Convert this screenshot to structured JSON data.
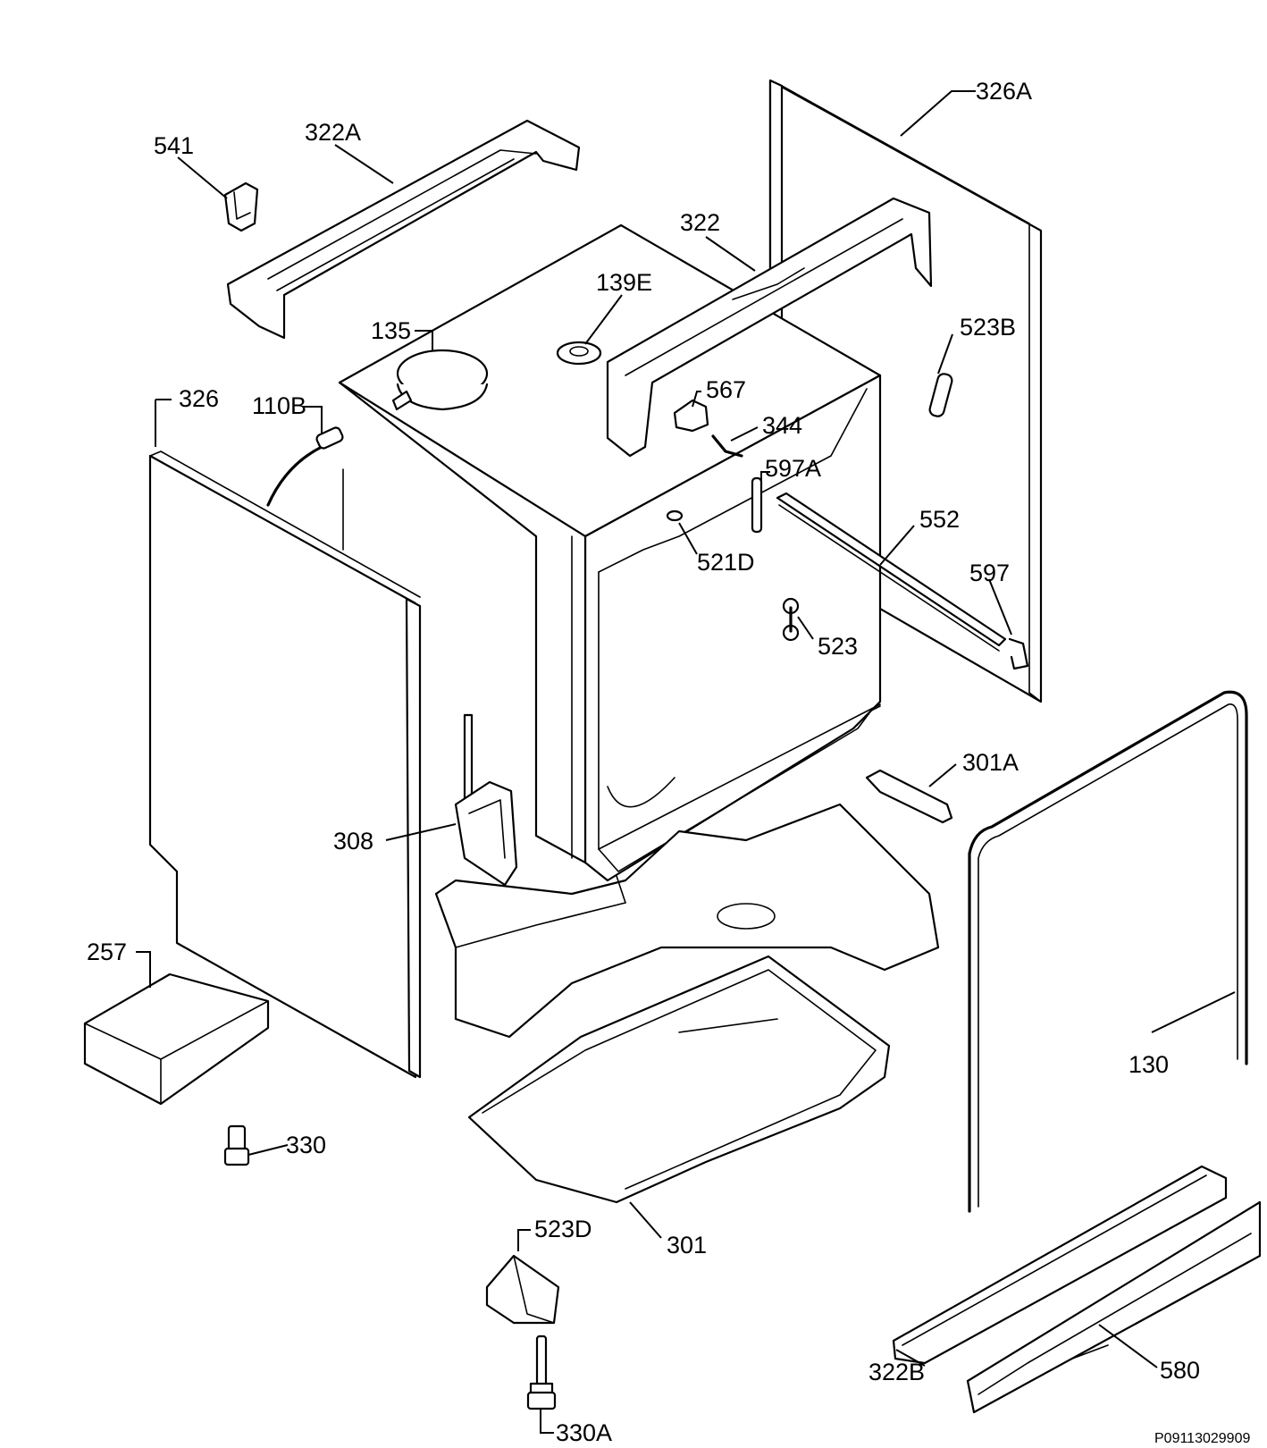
{
  "labels": {
    "l541": "541",
    "l322A": "322A",
    "l326A": "326A",
    "l322": "322",
    "l139E": "139E",
    "l135": "135",
    "l523B": "523B",
    "l567": "567",
    "l344": "344",
    "l326": "326",
    "l110B": "110B",
    "l597A": "597A",
    "l552": "552",
    "l521D": "521D",
    "l597": "597",
    "l523": "523",
    "l301A": "301A",
    "l308": "308",
    "l257": "257",
    "l130": "130",
    "l330": "330",
    "l523D": "523D",
    "l301": "301",
    "l322B": "322B",
    "l580": "580",
    "l330A": "330A"
  },
  "drawing_code": "P09113029909"
}
